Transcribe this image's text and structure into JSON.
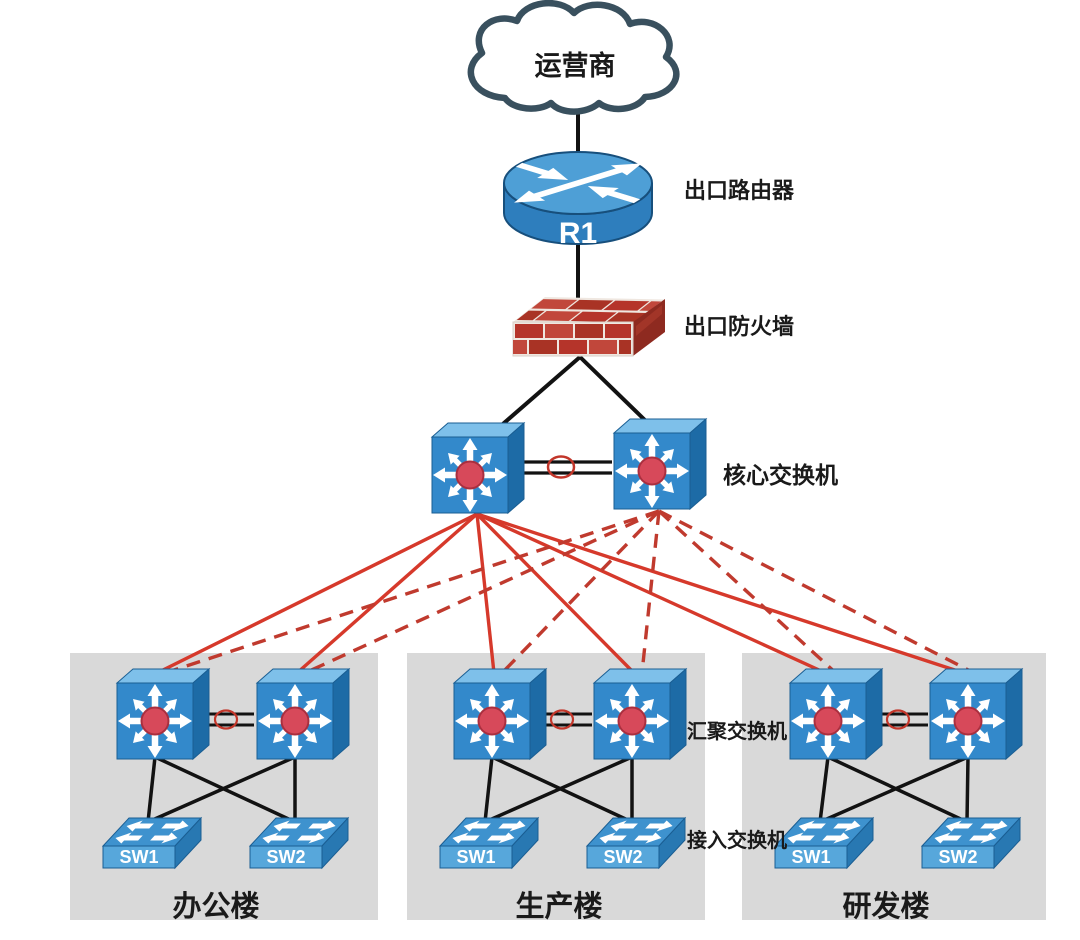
{
  "labels": {
    "cloud": "运营商",
    "router_name": "R1",
    "router": "出口路由器",
    "firewall": "出口防火墙",
    "core": "核心交换机",
    "aggregation": "汇聚交换机",
    "access": "接入交换机"
  },
  "buildings": [
    {
      "name": "办公楼",
      "sw1": "SW1",
      "sw2": "SW2"
    },
    {
      "name": "生产楼",
      "sw1": "SW1",
      "sw2": "SW2"
    },
    {
      "name": "研发楼",
      "sw1": "SW1",
      "sw2": "SW2"
    }
  ],
  "colors": {
    "device_blue": "#3389CB",
    "device_blue_light": "#7EC0EA",
    "device_blue_dark": "#1D6BA6",
    "switch_center_red": "#D7495A",
    "link_red": "#D6392B",
    "line_black": "#121212",
    "firewall_brick_red": "#B5342A",
    "building_gray": "#D9D9D9",
    "cloud_outline": "#39505E",
    "text": "#1A1A1A"
  }
}
